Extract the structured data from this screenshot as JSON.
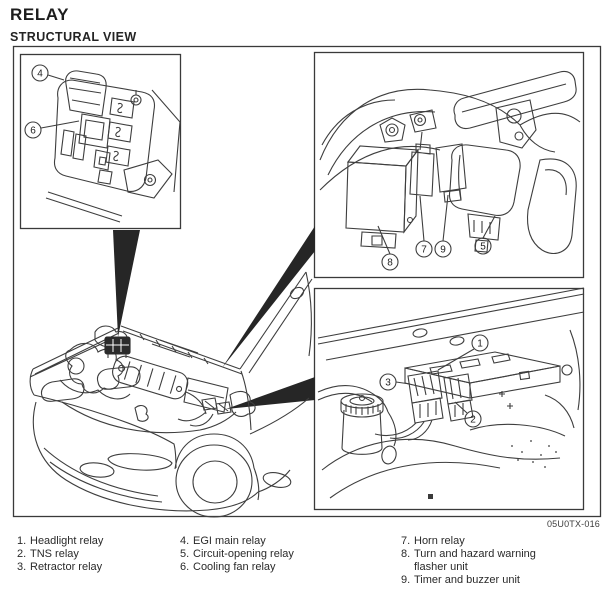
{
  "page": {
    "title": "RELAY",
    "subtitle": "STRUCTURAL VIEW",
    "figure_code": "05U0TX-016"
  },
  "figure": {
    "callouts": {
      "fusebox": [
        "4",
        "6"
      ],
      "underdash": [
        "8",
        "7",
        "9",
        "5"
      ],
      "engine_bay": [
        "1",
        "3",
        "2"
      ]
    }
  },
  "legend": {
    "columns": [
      [
        {
          "n": "1.",
          "label": "Headlight relay"
        },
        {
          "n": "2.",
          "label": "TNS relay"
        },
        {
          "n": "3.",
          "label": "Retractor relay"
        }
      ],
      [
        {
          "n": "4.",
          "label": "EGI main relay"
        },
        {
          "n": "5.",
          "label": "Circuit-opening relay"
        },
        {
          "n": "6.",
          "label": "Cooling fan relay"
        }
      ],
      [
        {
          "n": "7.",
          "label": "Horn relay"
        },
        {
          "n": "8.",
          "label": "Turn and hazard warning flasher unit"
        },
        {
          "n": "9.",
          "label": "Timer and buzzer unit"
        }
      ]
    ]
  }
}
